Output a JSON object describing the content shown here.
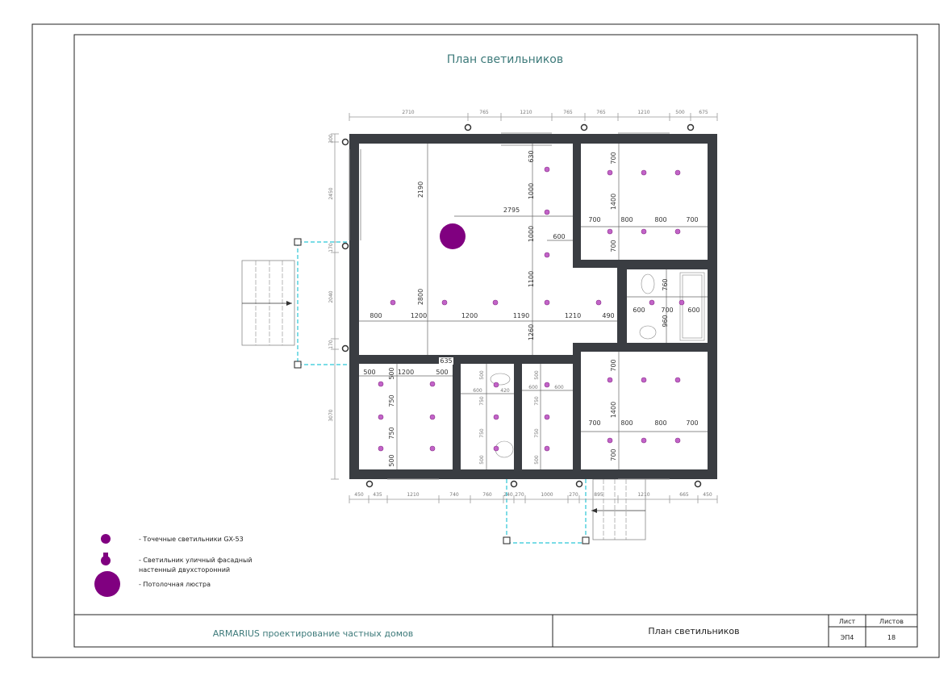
{
  "sheet": {
    "title": "План светильников",
    "company": "ARMARIUS проектирование частных домов",
    "drawing_name": "План светильников",
    "sheet_label": "Лист",
    "sheets_label": "Листов",
    "sheet_value": "ЭП4",
    "sheets_value": "18"
  },
  "legend": {
    "spot": "- Точечные светильники GX-53",
    "facade_line1": "- Светильник уличный фасадный",
    "facade_line2": "настенный двухсторонний",
    "chandelier": "- Потолочная люстра"
  },
  "colors": {
    "accent": "#3d7a7a",
    "wall": "#3a3d42",
    "spot": "#c263c8",
    "chandelier": "#800080",
    "porch_line": "#2bc6d6"
  },
  "dims_top": [
    "2710",
    "765",
    "1210",
    "765",
    "765",
    "1210",
    "500",
    "675"
  ],
  "dims_bottom": [
    "450",
    "435",
    "1210",
    "740",
    "760",
    "240",
    "270",
    "1000",
    "270",
    "895",
    "1210",
    "665",
    "450"
  ],
  "dims_left": [
    "300",
    "2450",
    "170",
    "2040",
    "170",
    "3070"
  ],
  "dims_interior": {
    "living": [
      "2190",
      "630",
      "1000",
      "1000",
      "1100",
      "1260",
      "2795",
      "600",
      "2800",
      "800",
      "1200",
      "1200",
      "1190",
      "1210",
      "490"
    ],
    "bedroom_top": [
      "700",
      "1400",
      "700",
      "700",
      "800",
      "800",
      "700"
    ],
    "bathroom": [
      "760",
      "960",
      "600",
      "700",
      "600"
    ],
    "bedroom_bottom_right": [
      "700",
      "1400",
      "700",
      "700",
      "800",
      "800",
      "700"
    ],
    "bedroom_bottom_left": [
      "635",
      "500",
      "500",
      "1200",
      "500",
      "750",
      "750",
      "500"
    ],
    "wc1": [
      "500",
      "600",
      "420",
      "750",
      "750",
      "500"
    ],
    "wc2": [
      "500",
      "600",
      "600",
      "750",
      "750",
      "500"
    ]
  }
}
